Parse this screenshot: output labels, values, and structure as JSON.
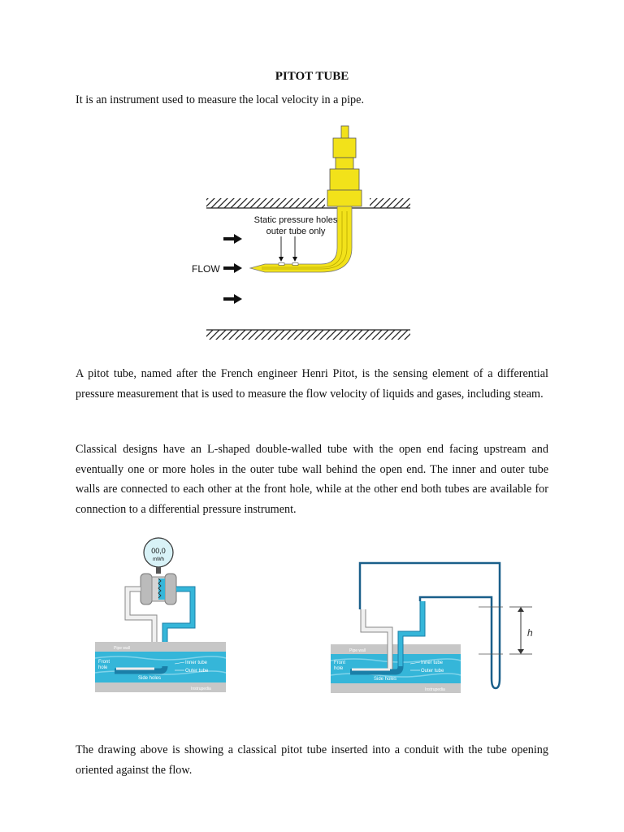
{
  "document": {
    "title": "PITOT TUBE",
    "intro": "It is an instrument used to measure the local velocity in a pipe.",
    "paragraphs": [
      "A pitot tube, named after the French engineer Henri Pitot, is the sensing element of a differential pressure measurement that is used to measure the flow velocity of liquids and gases, including steam.",
      "Classical designs have an L-shaped double-walled tube with the open end facing upstream and eventually one or more holes in the outer tube wall behind the open end. The inner and outer tube walls are connected to each other at the front hole, while at the other end both tubes are available for connection to a differential pressure instrument.",
      "The drawing above is showing a classical pitot tube inserted into a conduit with the tube opening oriented against the flow."
    ]
  },
  "figure1": {
    "static_label_line1": "Static pressure holes",
    "static_label_line2": "outer tube only",
    "flow_label": "FLOW"
  },
  "figure2": {
    "gauge_value": "00,0",
    "gauge_unit": "mWh",
    "pipe_wall": "Pipe wall",
    "front_hole_1": "Front",
    "front_hole_2": "hole",
    "inner_tube": "Inner tube",
    "outer_tube": "Outer tube",
    "side_holes": "Side holes",
    "credit": "Instrupedia"
  },
  "figure3": {
    "pipe_wall": "Pipe wall",
    "front_hole_1": "Front",
    "front_hole_2": "hole",
    "inner_tube": "Inner tube",
    "outer_tube": "Outer tube",
    "side_holes": "Side holes",
    "credit": "Instrupedia",
    "height_label": "h"
  },
  "colors": {
    "tube_yellow": "#f2e21a",
    "water_blue": "#35b6d9",
    "manometer_blue": "#1a5f8a"
  }
}
